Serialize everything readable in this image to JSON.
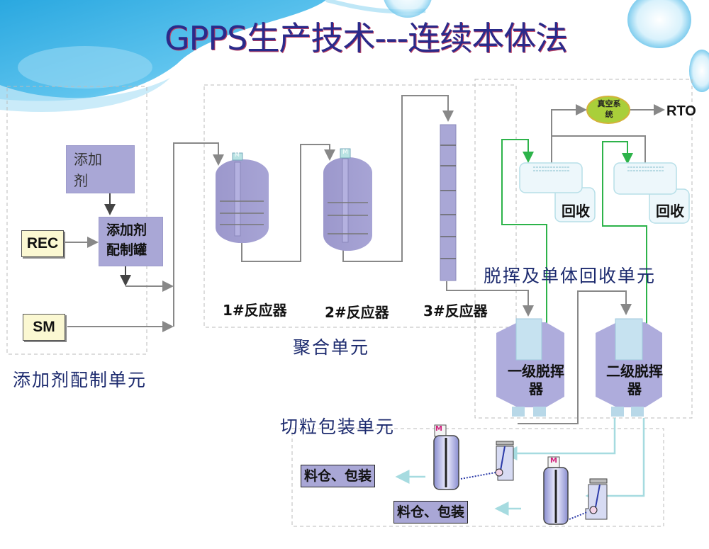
{
  "title": "GPPS生产技术---连续本体法",
  "units": {
    "additive": "添加剂配制单元",
    "polymerization": "聚合单元",
    "devolatilization": "脱挥及单体回收单元",
    "pelletizing": "切粒包装单元"
  },
  "additive_unit": {
    "additive_box": "添加剂",
    "mix_tank": "添加剂配制罐",
    "rec": "REC",
    "sm": "SM"
  },
  "reactors": [
    {
      "label": "1",
      "suffix": "#反应器",
      "motor": "M"
    },
    {
      "label": "2",
      "suffix": "#反应器",
      "motor": "M"
    },
    {
      "label": "3",
      "suffix": "#反应器"
    }
  ],
  "recovery": {
    "vacuum_system": "真空系统",
    "rto": "RTO",
    "recovery_labels": [
      "回收",
      "回收"
    ]
  },
  "devolatilizers": [
    "一级脱挥器",
    "二级脱挥器"
  ],
  "packaging": {
    "motor": "M",
    "outputs": [
      "料仓、包装",
      "料仓、包装"
    ]
  },
  "colors": {
    "title": "#2a2a8a",
    "equipment": "#a9a7d6",
    "green_line": "#2db34a",
    "flow_line": "#888888",
    "light_line": "#a6dbe0"
  }
}
